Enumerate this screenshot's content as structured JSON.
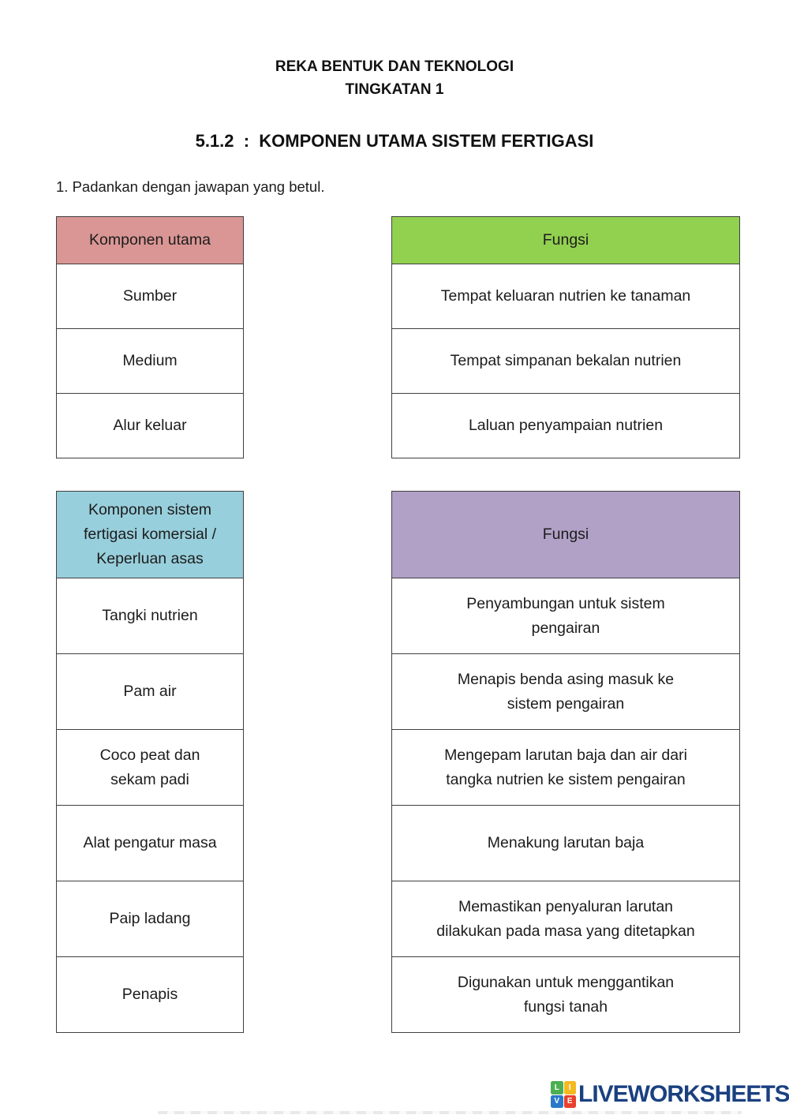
{
  "header": {
    "line1": "REKA BENTUK DAN TEKNOLOGI",
    "line2": "TINGKATAN 1",
    "section_title": "5.1.2  :  KOMPONEN UTAMA SISTEM FERTIGASI",
    "instruction": "1. Padankan dengan jawapan yang betul."
  },
  "table1": {
    "left": {
      "header": "Komponen utama",
      "header_color": "#d99694",
      "rows": [
        "Sumber",
        "Medium",
        "Alur keluar"
      ]
    },
    "right": {
      "header": "Fungsi",
      "header_color": "#92d050",
      "rows": [
        "Tempat keluaran nutrien ke tanaman",
        "Tempat simpanan bekalan nutrien",
        "Laluan penyampaian nutrien"
      ]
    }
  },
  "table2": {
    "left": {
      "header": "Komponen sistem\nfertigasi komersial /\nKeperluan asas",
      "header_color": "#98cfdc",
      "rows": [
        "Tangki nutrien",
        "Pam air",
        "Coco peat dan\nsekam padi",
        "Alat pengatur masa",
        "Paip ladang",
        "Penapis"
      ]
    },
    "right": {
      "header": "Fungsi",
      "header_color": "#b1a1c7",
      "rows": [
        "Penyambungan untuk sistem\npengairan",
        "Menapis benda asing masuk ke\nsistem pengairan",
        "Mengepam larutan baja dan air dari\ntangka nutrien ke sistem pengairan",
        "Menakung larutan baja",
        "Memastikan penyaluran larutan\ndilakukan pada masa yang ditetapkan",
        "Digunakan untuk menggantikan\nfungsi tanah"
      ]
    }
  },
  "footer": {
    "brand": "LIVEWORKSHEETS",
    "brand_color": "#1a4080",
    "logo": {
      "letters": [
        "L",
        "I",
        "V",
        "E"
      ],
      "colors": [
        "#4caf50",
        "#f5b921",
        "#2b78c9",
        "#e8412c"
      ]
    }
  }
}
